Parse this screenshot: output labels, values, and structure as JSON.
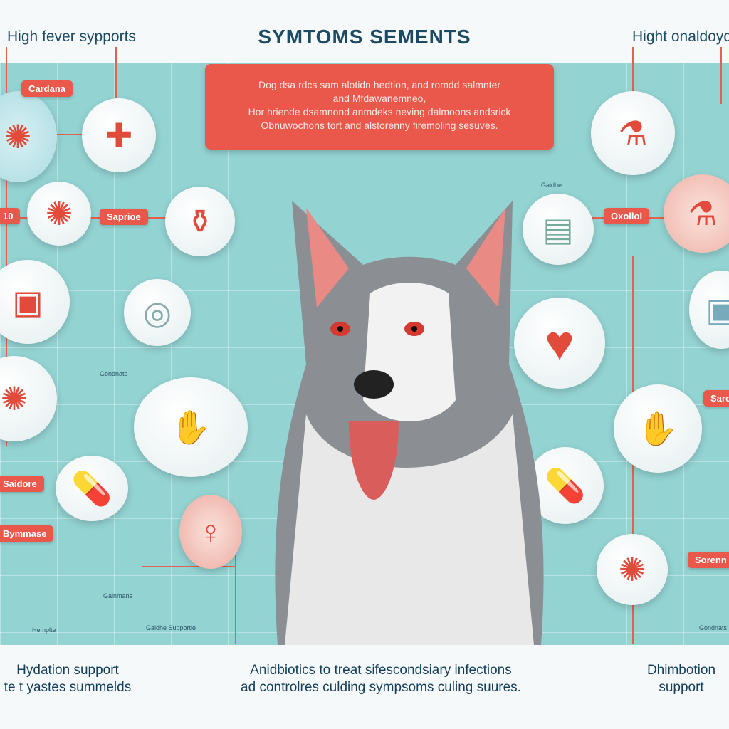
{
  "header": {
    "title": "SYMTOMS SEMENTS",
    "left_heading": "High fever sypports",
    "right_heading": "Hight onaldoyd"
  },
  "banner": {
    "lines": [
      "Dog dsa rdcs sam alotidn hedtion, and romdd salmnter",
      "and Mfdawanemneo,",
      "Hor hriende dsamnond anmdeks neving dalmoons andsrick",
      "Obnuwochons tort and alstorenny firemoling sesuves."
    ]
  },
  "tags": [
    "Cardana",
    "Saprioe",
    "Oxollol",
    "Saidore",
    "Bymmase",
    "Saro",
    "Sorenn",
    "10"
  ],
  "small_labels": [
    "Gaidhe",
    "Gondnats",
    "Gaidhe Supportie",
    "Gainmane",
    "Hemplte",
    "Gondnats"
  ],
  "circles": [
    {
      "icon": "virus-icon",
      "glyph": "✺"
    },
    {
      "icon": "first-aid-icon",
      "glyph": "✚"
    },
    {
      "icon": "virus-icon",
      "glyph": "✺"
    },
    {
      "icon": "medicine-jar-icon",
      "glyph": "⚱"
    },
    {
      "icon": "medicine-box-icon",
      "glyph": "▣"
    },
    {
      "icon": "stethoscope-icon",
      "glyph": "◎"
    },
    {
      "icon": "virus-icon",
      "glyph": "✺"
    },
    {
      "icon": "injection-hand-icon",
      "glyph": "✋"
    },
    {
      "icon": "pills-icon",
      "glyph": "💊"
    },
    {
      "icon": "uterus-icon",
      "glyph": "♀"
    },
    {
      "icon": "medicine-bottle-icon",
      "glyph": "⚗"
    },
    {
      "icon": "medical-documents-icon",
      "glyph": "▤"
    },
    {
      "icon": "medicine-bottles-icon",
      "glyph": "⚗"
    },
    {
      "icon": "heart-rate-icon",
      "glyph": "♥"
    },
    {
      "icon": "capsule-hand-icon",
      "glyph": "✋"
    },
    {
      "icon": "capsules-icon",
      "glyph": "💊"
    },
    {
      "icon": "virus-icon",
      "glyph": "✺"
    },
    {
      "icon": "medical-kit-icon",
      "glyph": "▣"
    }
  ],
  "footer": {
    "left": [
      "Hydation support",
      "te t yastes summelds"
    ],
    "center": [
      "Anidbiotics to treat sifescondsiary infections",
      "ad controlres culding sympsoms culing suures."
    ],
    "right": [
      "Dhimbotion",
      "support"
    ]
  },
  "colors": {
    "accent": "#e9584a",
    "panel": "#93d3d2",
    "text": "#1d4a63"
  }
}
